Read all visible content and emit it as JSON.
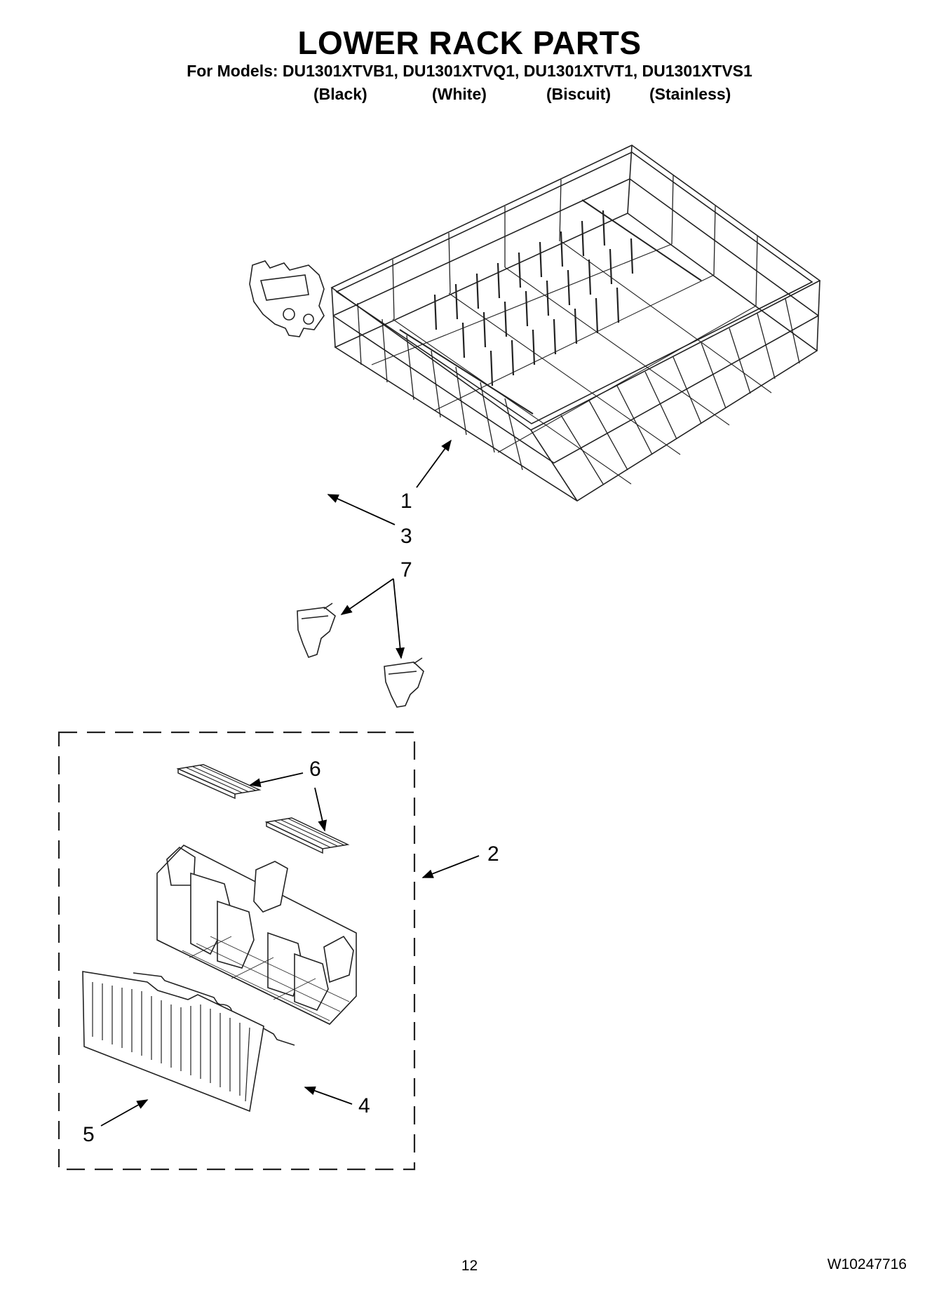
{
  "header": {
    "title": "LOWER RACK PARTS",
    "models_line": "For Models: DU1301XTVB1, DU1301XTVQ1, DU1301XTVT1, DU1301XTVS1",
    "colors": [
      "(Black)",
      "(White)",
      "(Biscuit)",
      "(Stainless)"
    ]
  },
  "callouts": {
    "c1": "1",
    "c2": "2",
    "c3": "3",
    "c4": "4",
    "c5": "5",
    "c6": "6",
    "c7": "7"
  },
  "footer": {
    "page_number": "12",
    "document_code": "W10247716"
  }
}
